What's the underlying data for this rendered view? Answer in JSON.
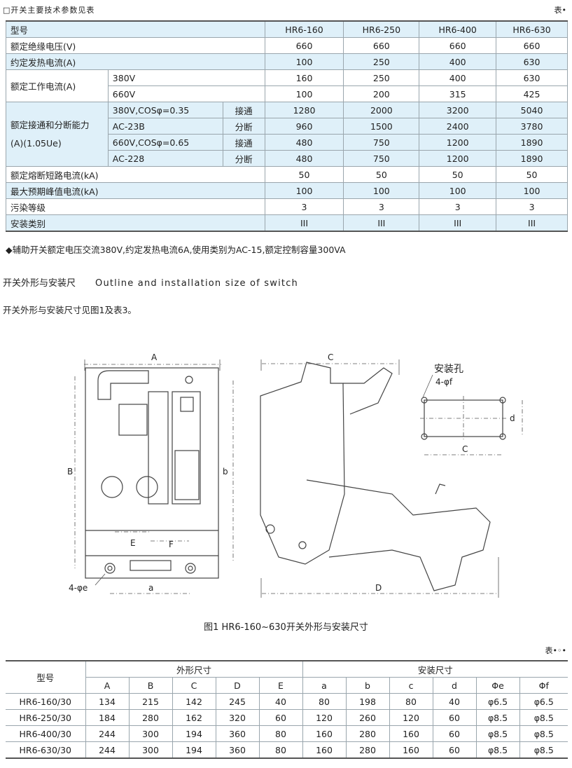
{
  "header": {
    "left": "□开关主要技术参数见表",
    "right": "表"
  },
  "table1": {
    "headers": [
      "型号",
      "HR6-160",
      "HR6-250",
      "HR6-400",
      "HR6-630"
    ],
    "insulation": {
      "label": "额定绝缘电压(V)",
      "values": [
        "660",
        "660",
        "660",
        "660"
      ]
    },
    "thermal": {
      "label": "约定发热电流(A)",
      "values": [
        "100",
        "250",
        "400",
        "630"
      ]
    },
    "operating": {
      "label": "额定工作电流(A)",
      "rows": [
        {
          "voltage": "380V",
          "values": [
            "160",
            "250",
            "400",
            "630"
          ]
        },
        {
          "voltage": "660V",
          "values": [
            "100",
            "200",
            "315",
            "425"
          ]
        }
      ]
    },
    "breaking": {
      "label_line1": "额定接通和分断能力",
      "label_line2": "(A)(1.05Ue)",
      "rows": [
        {
          "cond": "380V,COSφ=0.35",
          "mode": "接通",
          "values": [
            "1280",
            "2000",
            "3200",
            "5040"
          ]
        },
        {
          "cond": "AC-23B",
          "mode": "分断",
          "values": [
            "960",
            "1500",
            "2400",
            "3780"
          ]
        },
        {
          "cond": "660V,COSφ=0.65",
          "mode": "接通",
          "values": [
            "480",
            "750",
            "1200",
            "1890"
          ]
        },
        {
          "cond": "AC-228",
          "mode": "分断",
          "values": [
            "480",
            "750",
            "1200",
            "1890"
          ]
        }
      ]
    },
    "fuse": {
      "label": "额定熔断短路电流(kA)",
      "values": [
        "50",
        "50",
        "50",
        "50"
      ]
    },
    "peak": {
      "label": "最大预期峰值电流(kA)",
      "values": [
        "100",
        "100",
        "100",
        "100"
      ]
    },
    "pollution": {
      "label": "污染等级",
      "values": [
        "3",
        "3",
        "3",
        "3"
      ]
    },
    "category": {
      "label": "安装类别",
      "values": [
        "III",
        "III",
        "III",
        "III"
      ]
    }
  },
  "note": "◆辅助开关额定电压交流380V,约定发热电流6A,使用类别为AC-15,额定控制容量300VA",
  "section": {
    "cn": "开关外形与安装尺",
    "en": "Outline and installation size of switch"
  },
  "sub": "开关外形与安装尺寸见图1及表3。",
  "figure": {
    "labels": {
      "A": "A",
      "B": "B",
      "b": "b",
      "E": "E",
      "F": "F",
      "a": "a",
      "phi_e": "4-φe",
      "C": "C",
      "D": "D",
      "hole_title": "安装孔",
      "phi_f": "4-φf",
      "d": "d",
      "C2": "C"
    },
    "caption": "图1 HR6-160~630开关外形与安装尺寸"
  },
  "tag2": "表",
  "table2": {
    "model_label": "型号",
    "group1": "外形尺寸",
    "group2": "安装尺寸",
    "cols": [
      "A",
      "B",
      "C",
      "D",
      "E",
      "a",
      "b",
      "c",
      "d",
      "Φe",
      "Φf"
    ],
    "rows": [
      {
        "model": "HR6-160/30",
        "vals": [
          "134",
          "215",
          "142",
          "245",
          "40",
          "80",
          "198",
          "80",
          "40",
          "φ6.5",
          "φ6.5"
        ]
      },
      {
        "model": "HR6-250/30",
        "vals": [
          "184",
          "280",
          "162",
          "320",
          "60",
          "120",
          "260",
          "120",
          "60",
          "φ8.5",
          "φ8.5"
        ]
      },
      {
        "model": "HR6-400/30",
        "vals": [
          "244",
          "300",
          "194",
          "360",
          "80",
          "160",
          "280",
          "160",
          "60",
          "φ8.5",
          "φ8.5"
        ]
      },
      {
        "model": "HR6-630/30",
        "vals": [
          "244",
          "300",
          "194",
          "360",
          "80",
          "160",
          "280",
          "160",
          "60",
          "φ8.5",
          "φ8.5"
        ]
      }
    ]
  }
}
